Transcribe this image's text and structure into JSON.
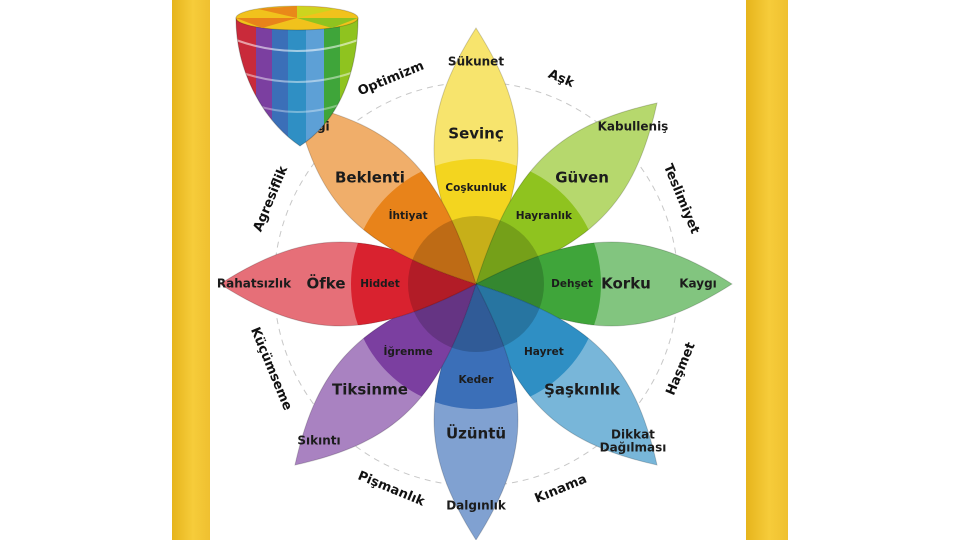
{
  "colors": {
    "background": "#ffffff",
    "side_bars": "#f2c232",
    "circle_line": "#888888"
  },
  "icons": {
    "cone": "emotion-cone-3d-icon"
  },
  "petals": [
    {
      "angle": 0,
      "color": "#f3d51f",
      "labels": [
        "Sükunet",
        "Sevinç",
        "Coşkunluk"
      ]
    },
    {
      "angle": 45,
      "color": "#8fc31f",
      "labels": [
        "Kabulleniş",
        "Güven",
        "Hayranlık"
      ]
    },
    {
      "angle": 90,
      "color": "#3fa53a",
      "labels": [
        "Kaygı",
        "Korku",
        "Dehşet"
      ]
    },
    {
      "angle": 135,
      "color": "#2f8fc4",
      "labels": [
        "Dikkat\nDağılması",
        "Şaşkınlık",
        "Hayret"
      ]
    },
    {
      "angle": 180,
      "color": "#3b6fb8",
      "labels": [
        "Dalgınlık",
        "Üzüntü",
        "Keder"
      ]
    },
    {
      "angle": 225,
      "color": "#7b3fa0",
      "labels": [
        "Sıkıntı",
        "Tiksinme",
        "İğrenme"
      ]
    },
    {
      "angle": 270,
      "color": "#d9222f",
      "labels": [
        "Rahatsızlık",
        "Öfke",
        "Hiddet"
      ]
    },
    {
      "angle": 315,
      "color": "#e8831a",
      "labels": [
        "İlgi",
        "Beklenti",
        "İhtiyat"
      ]
    }
  ],
  "combinations": [
    {
      "angle": 22.5,
      "label": "Aşk"
    },
    {
      "angle": 67.5,
      "label": "Teslimiyet"
    },
    {
      "angle": 112.5,
      "label": "Haşmet"
    },
    {
      "angle": 157.5,
      "label": "Kınama"
    },
    {
      "angle": 202.5,
      "label": "Pişmanlık"
    },
    {
      "angle": 247.5,
      "label": "Küçümseme"
    },
    {
      "angle": 292.5,
      "label": "Agresiflik"
    },
    {
      "angle": 337.5,
      "label": "Optimizm"
    }
  ]
}
